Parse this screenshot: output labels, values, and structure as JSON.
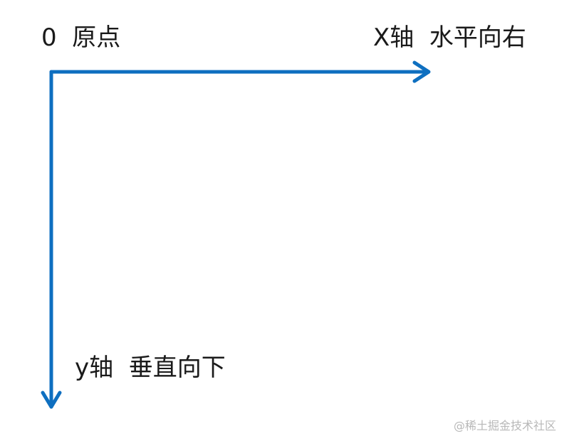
{
  "labels": {
    "origin": "0  原点",
    "x_axis": "X轴  水平向右",
    "y_axis": "y轴  垂直向下"
  },
  "watermark": "@稀土掘金技术社区",
  "colors": {
    "axis": "#0e6fc0",
    "text": "#1a1a1a",
    "watermark": "#b8b8b8"
  }
}
